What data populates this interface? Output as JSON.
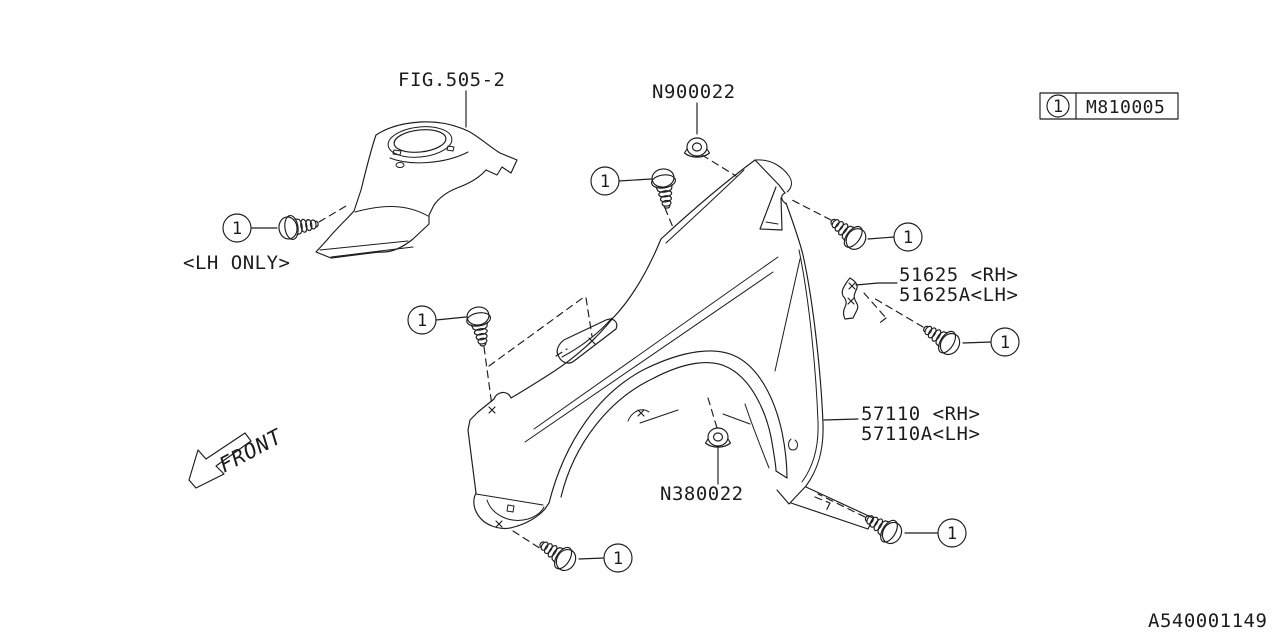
{
  "diagram": {
    "figure_ref": "FIG.505-2",
    "doc_number": "A540001149",
    "direction_label": "FRONT",
    "callout_number": "1",
    "ref_table": {
      "callout": "1",
      "part_no": "M810005"
    },
    "parts": {
      "liner_note": "<LH ONLY>",
      "clip_nut_upper": "N900022",
      "nut_lower": "N380022",
      "bracket_rh": "51625 <RH>",
      "bracket_lh": "51625A<LH>",
      "fender_rh": "57110 <RH>",
      "fender_lh": "57110A<LH>"
    },
    "colors": {
      "line": "#1c1c1c",
      "background": "#ffffff"
    }
  }
}
